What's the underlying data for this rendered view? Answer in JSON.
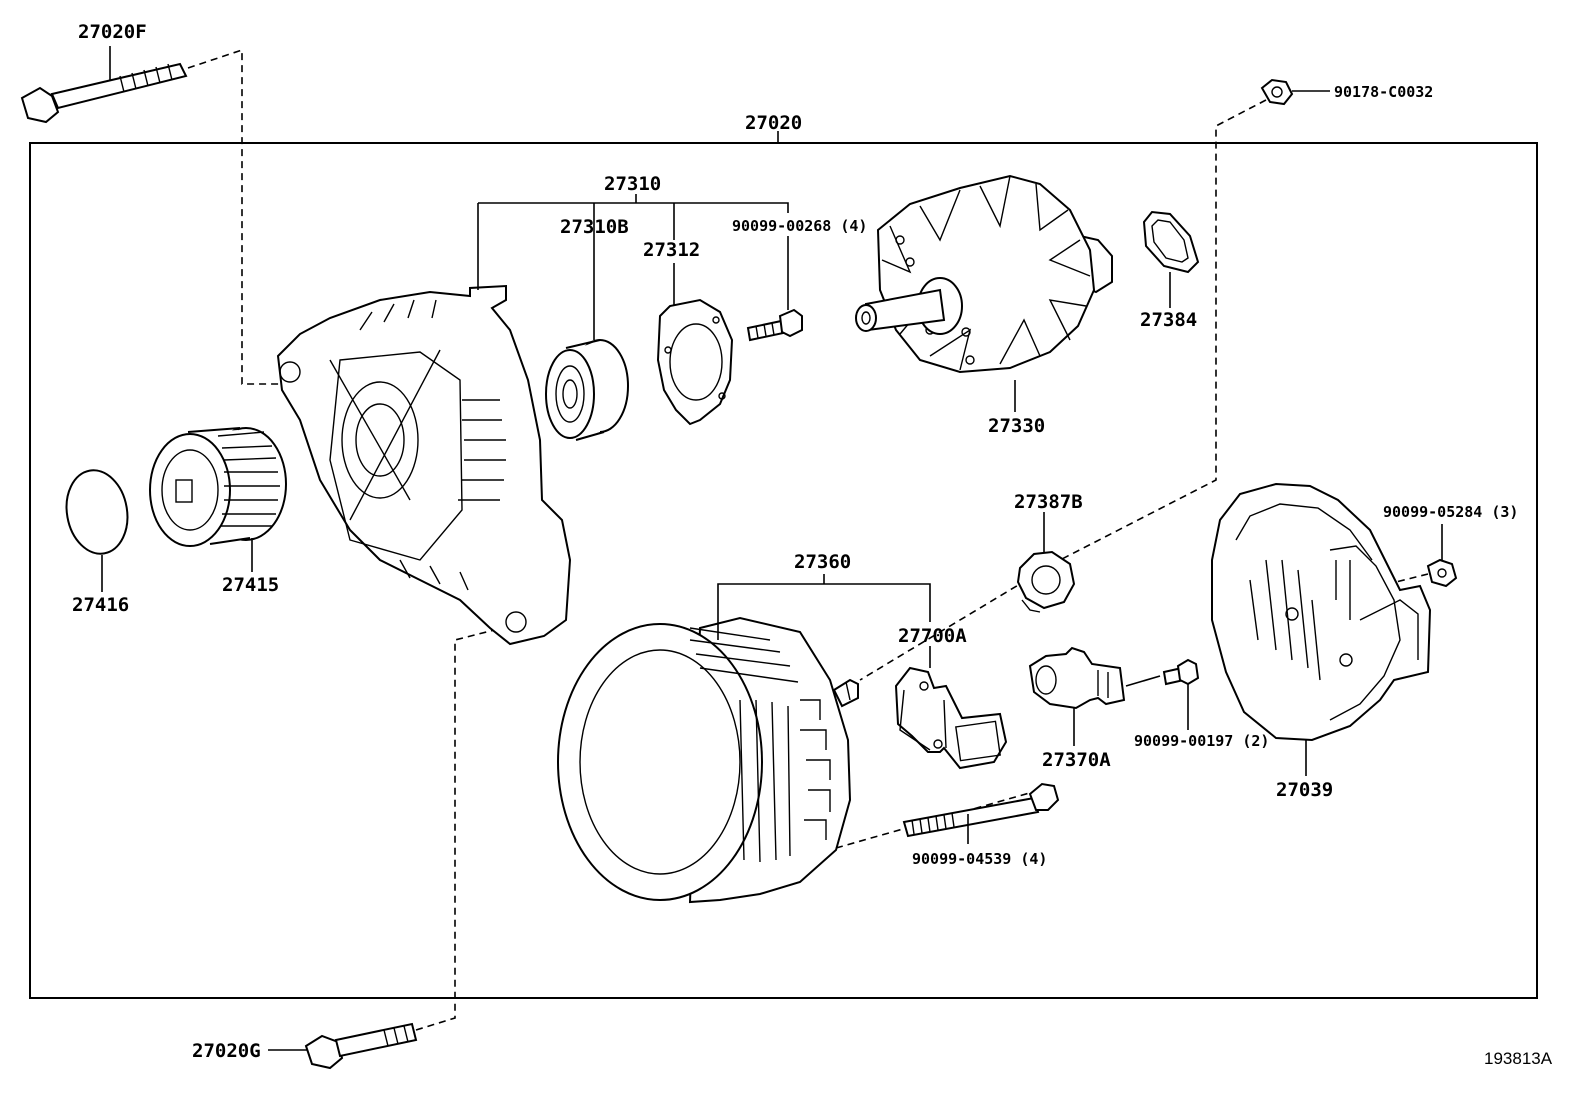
{
  "diagram_id": "193813A",
  "assembly": {
    "number": "27020"
  },
  "parts": [
    {
      "key": "bolt_top",
      "number": "27020F"
    },
    {
      "key": "bolt_bottom",
      "number": "27020G"
    },
    {
      "key": "nut_top",
      "number": "90178-C0032"
    },
    {
      "key": "bearing_retainer_set",
      "number": "27310"
    },
    {
      "key": "bearing",
      "number": "27310B"
    },
    {
      "key": "retainer_plate",
      "number": "27312"
    },
    {
      "key": "retainer_screw",
      "number": "90099-00268 (4)"
    },
    {
      "key": "rotor",
      "number": "27330"
    },
    {
      "key": "collar",
      "number": "27384"
    },
    {
      "key": "cap",
      "number": "27416"
    },
    {
      "key": "pulley",
      "number": "27415"
    },
    {
      "key": "terminal_insulator",
      "number": "27387B"
    },
    {
      "key": "stator_group",
      "number": "27360"
    },
    {
      "key": "regulator",
      "number": "27700A"
    },
    {
      "key": "brush_holder",
      "number": "27370A"
    },
    {
      "key": "brush_screw",
      "number": "90099-00197 (2)"
    },
    {
      "key": "through_bolt",
      "number": "90099-04539 (4)"
    },
    {
      "key": "rear_cover",
      "number": "27039"
    },
    {
      "key": "cover_nut",
      "number": "90099-05284 (3)"
    }
  ]
}
